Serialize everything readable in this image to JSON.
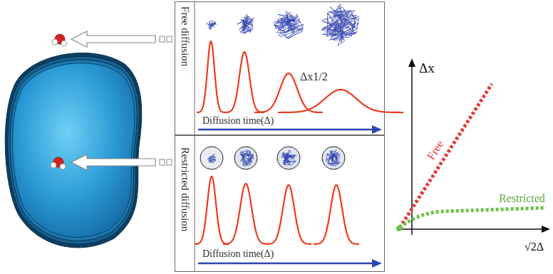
{
  "diagram": {
    "nodes": [
      {
        "text": [
          "Free diffusion",
          "Δx1/2",
          "Diffusion time(Δ)"
        ]
      },
      {
        "text": [
          "Restricted diffusion",
          "Diffusion time(Δ)"
        ]
      }
    ],
    "labels": [
      "Δx",
      "Free",
      "Restricted",
      "√2Δ"
    ]
  }
}
